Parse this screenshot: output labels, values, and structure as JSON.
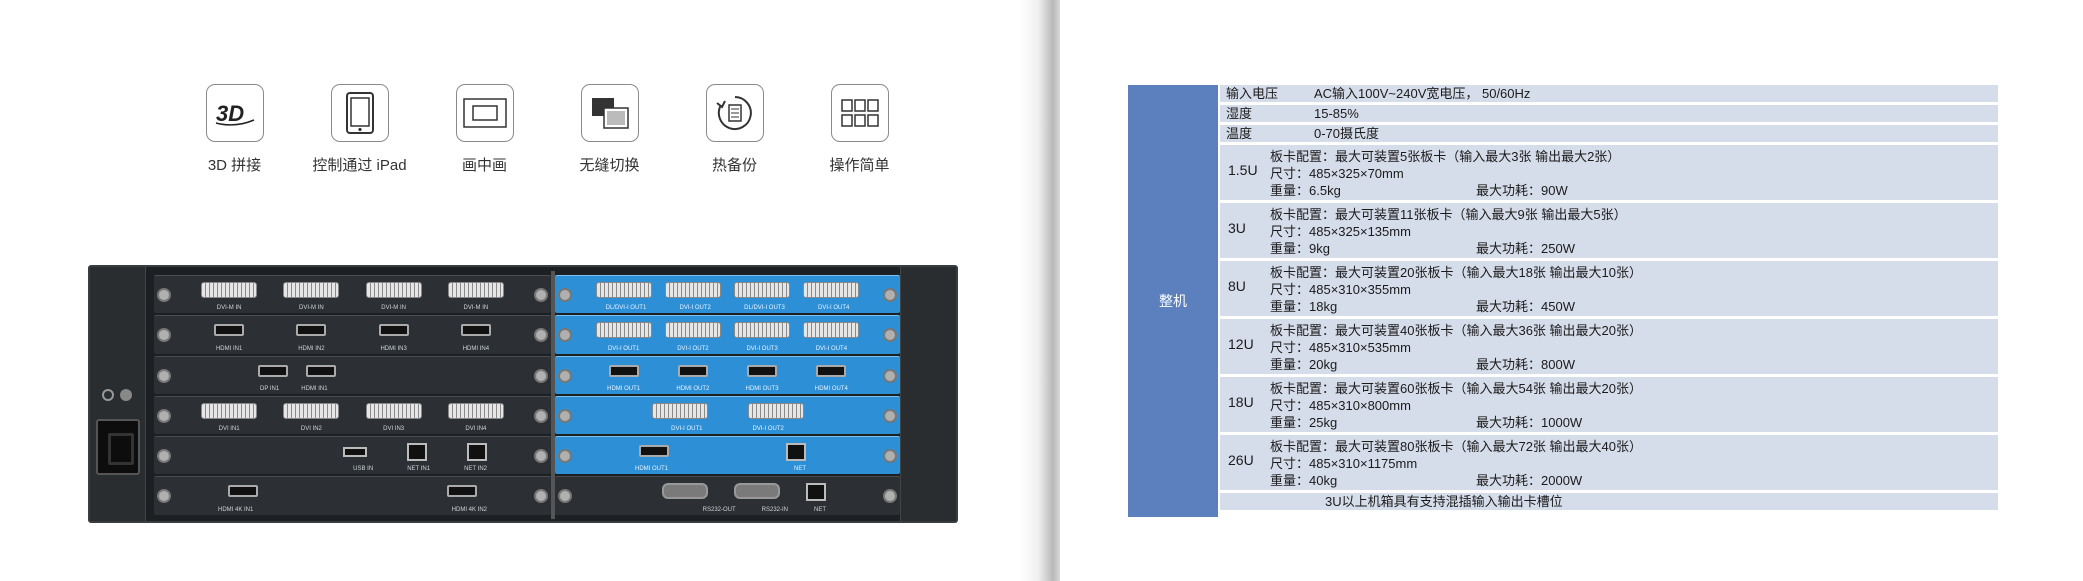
{
  "features": [
    {
      "icon": "3d-icon",
      "label": "3D 拼接"
    },
    {
      "icon": "ipad-icon",
      "label": "控制通过 iPad"
    },
    {
      "icon": "picture-in-picture-icon",
      "label": "画中画"
    },
    {
      "icon": "seamless-switch-icon",
      "label": "无缝切换"
    },
    {
      "icon": "hot-backup-icon",
      "label": "热备份"
    },
    {
      "icon": "grid-operation-icon",
      "label": "操作简单"
    }
  ],
  "chassis": {
    "left_cards": [
      {
        "labels": [
          "DVI-M IN",
          "DVI-M IN",
          "DVI-M IN",
          "DVI-M IN"
        ]
      },
      {
        "labels": [
          "HDMI IN1",
          "HDMI IN2",
          "HDMI IN3",
          "HDMI IN4"
        ]
      },
      {
        "labels": [
          "DP IN1",
          "HDMI IN1"
        ]
      },
      {
        "labels": [
          "DVI IN1",
          "DVI IN2",
          "DVI IN3",
          "DVI IN4"
        ]
      },
      {
        "labels": [
          "USB IN",
          "NET IN1",
          "NET IN2"
        ]
      },
      {
        "labels": [
          "HDMI 4K IN1",
          "HDMI 4K IN2"
        ]
      }
    ],
    "right_cards": [
      {
        "labels": [
          "DL/DVI-I OUT1",
          "DVI-I OUT2",
          "DL/DVI-I OUT3",
          "DVI-I OUT4"
        ]
      },
      {
        "labels": [
          "DVI-I OUT1",
          "DVI-I OUT2",
          "DVI-I OUT3",
          "DVI-I OUT4"
        ]
      },
      {
        "labels": [
          "HDMI OUT1",
          "HDMI OUT2",
          "HDMI OUT3",
          "HDMI OUT4"
        ]
      },
      {
        "labels": [
          "DVI-I OUT1",
          "DVI-I OUT2"
        ]
      },
      {
        "labels": [
          "HDMI OUT1",
          "NET"
        ]
      },
      {
        "labels": [
          "RS232-OUT",
          "RS232-IN",
          "NET"
        ]
      }
    ]
  },
  "spec": {
    "section_label": "整机",
    "simple_rows": [
      {
        "key": "输入电压",
        "value": "AC输入100V~240V宽电压， 50/60Hz"
      },
      {
        "key": "湿度",
        "value": "15-85%"
      },
      {
        "key": "温度",
        "value": "0-70摄氏度"
      }
    ],
    "models": [
      {
        "size": "1.5U",
        "config": "板卡配置：最大可装置5张板卡（输入最大3张  输出最大2张）",
        "dims": "尺寸：485×325×70mm",
        "weight": "重量：6.5kg",
        "power": "最大功耗：90W"
      },
      {
        "size": "3U",
        "config": "板卡配置：最大可装置11张板卡（输入最大9张  输出最大5张）",
        "dims": "尺寸：485×325×135mm",
        "weight": "重量：9kg",
        "power": "最大功耗：250W"
      },
      {
        "size": "8U",
        "config": "板卡配置：最大可装置20张板卡（输入最大18张  输出最大10张）",
        "dims": "尺寸：485×310×355mm",
        "weight": "重量：18kg",
        "power": "最大功耗：450W"
      },
      {
        "size": "12U",
        "config": "板卡配置：最大可装置40张板卡（输入最大36张  输出最大20张）",
        "dims": "尺寸：485×310×535mm",
        "weight": "重量：20kg",
        "power": "最大功耗：800W"
      },
      {
        "size": "18U",
        "config": "板卡配置：最大可装置60张板卡（输入最大54张  输出最大20张）",
        "dims": "尺寸：485×310×800mm",
        "weight": "重量：25kg",
        "power": "最大功耗：1000W"
      },
      {
        "size": "26U",
        "config": "板卡配置：最大可装置80张板卡（输入最大72张  输出最大40张）",
        "dims": "尺寸：485×310×1175mm",
        "weight": "重量：40kg",
        "power": "最大功耗：2000W"
      }
    ],
    "footer": "3U以上机箱具有支持混插输入输出卡槽位"
  },
  "colors": {
    "header_blue": "#5b80bd",
    "row_bg": "#d5dcea",
    "card_blue": "#2d8fd5"
  }
}
